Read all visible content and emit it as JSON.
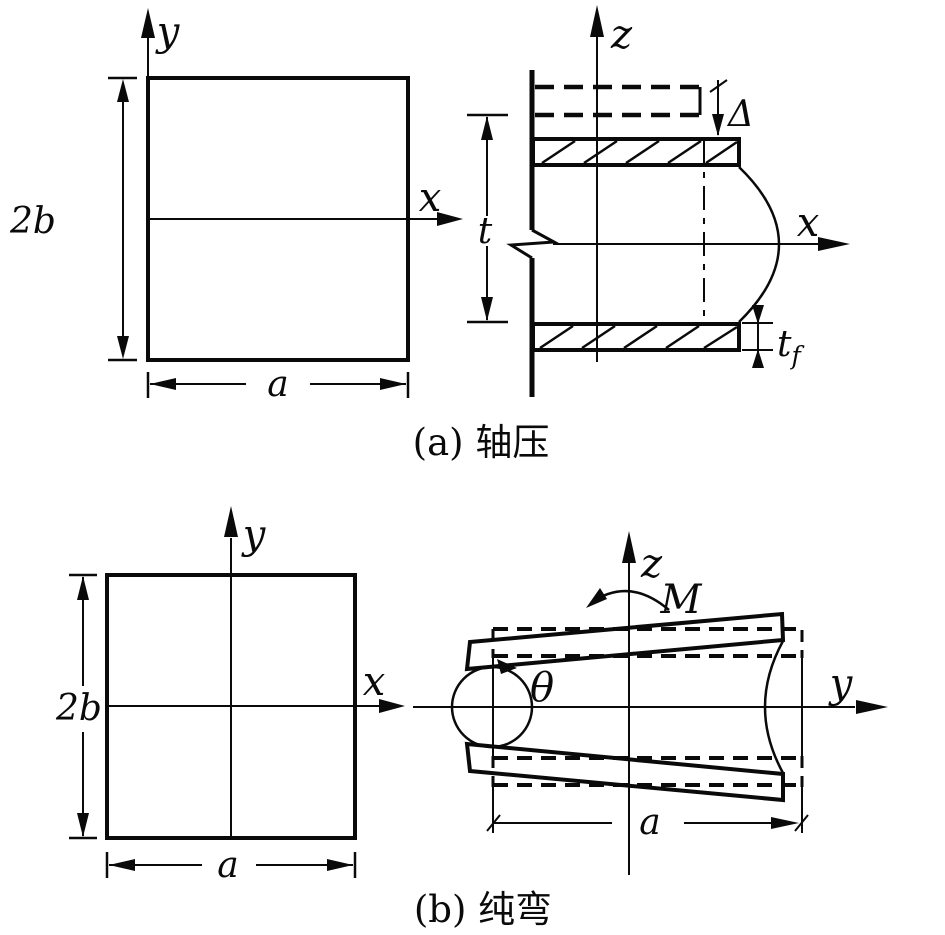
{
  "figure": {
    "background": "#ffffff",
    "ink": "#0a0a0a",
    "panel_a": {
      "caption": "(a) 轴压",
      "plan": {
        "x_axis_label": "x",
        "y_axis_label": "y",
        "height_dim_label": "2b",
        "width_dim_label": "a"
      },
      "section": {
        "z_axis_label": "z",
        "x_axis_label": "x",
        "shortening_dim_label": "Δ",
        "web_depth_dim_label": "t",
        "flange_thickness_dim_base": "t",
        "flange_thickness_dim_sub": "f"
      }
    },
    "panel_b": {
      "caption": "(b) 纯弯",
      "plan": {
        "x_axis_label": "x",
        "y_axis_label": "y",
        "height_dim_label": "2b",
        "width_dim_label": "a"
      },
      "section": {
        "z_axis_label": "z",
        "y_axis_label": "y",
        "moment_label": "M",
        "rotation_label": "θ",
        "width_dim_label": "a"
      }
    }
  }
}
